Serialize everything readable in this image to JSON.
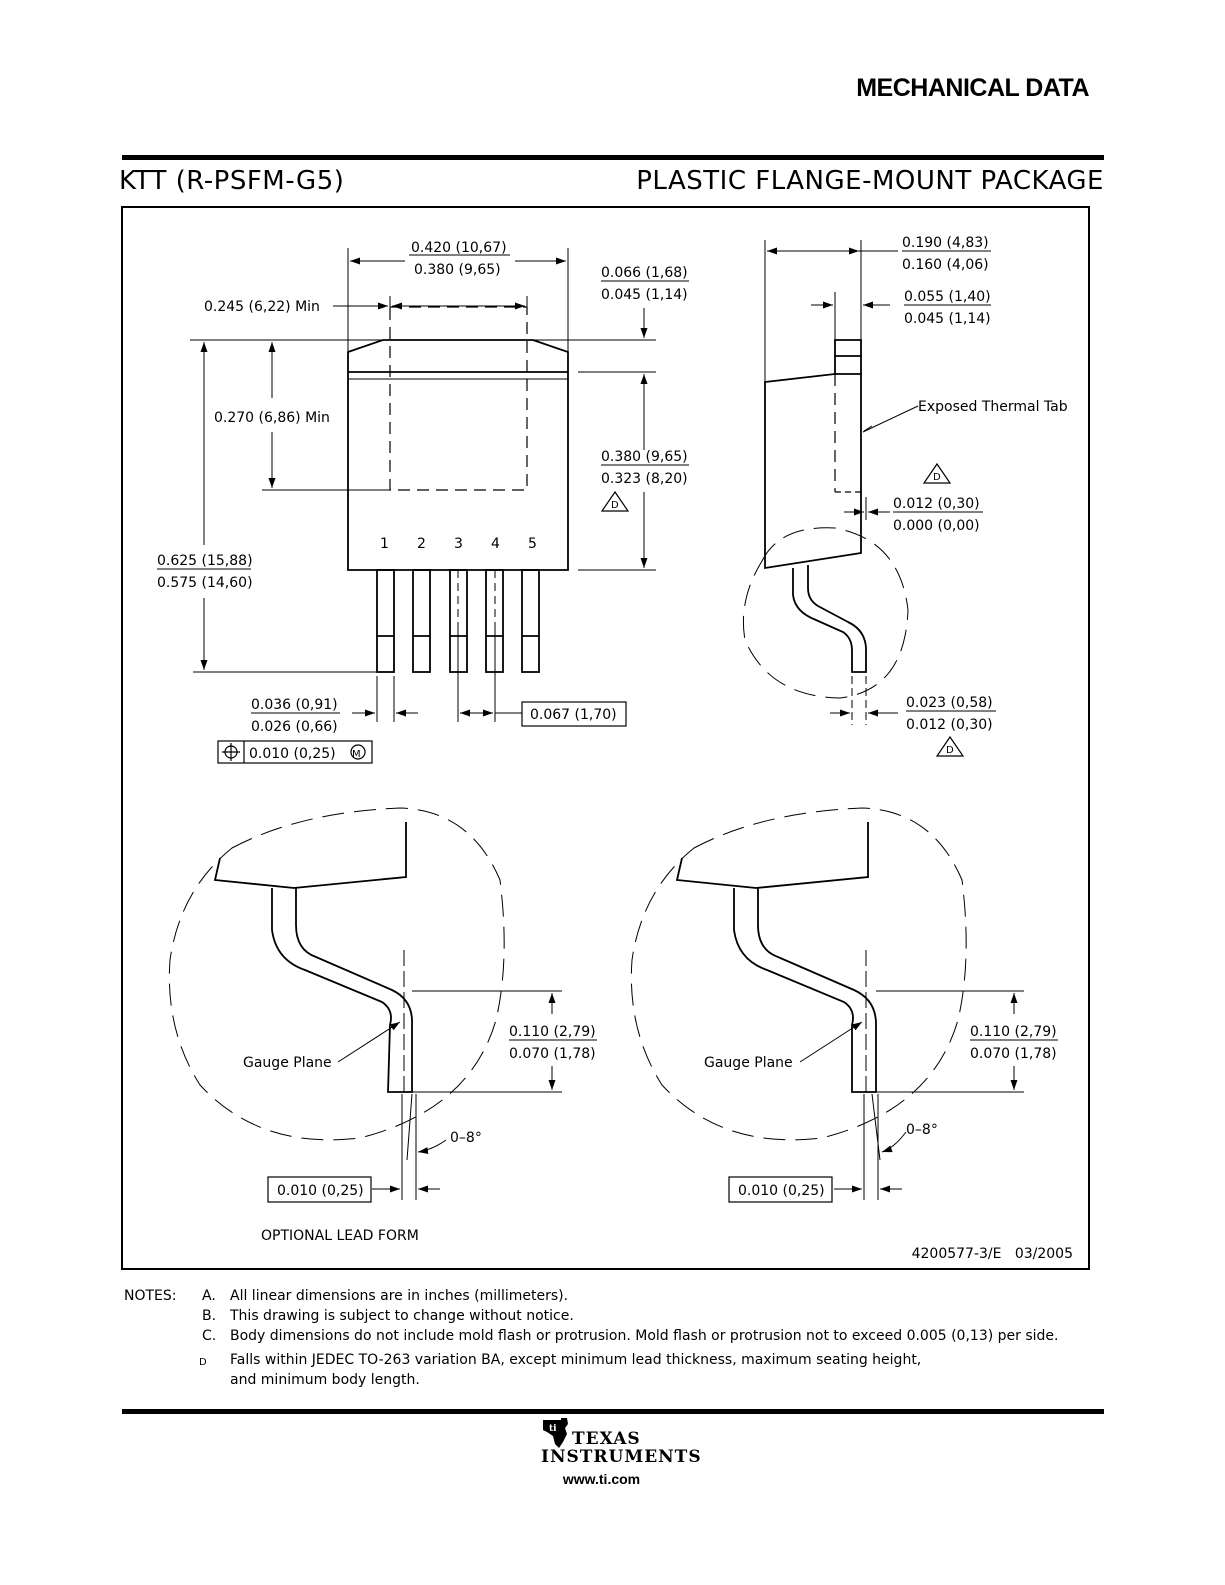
{
  "header": {
    "section": "MECHANICAL DATA"
  },
  "package": {
    "code": "KTT (R-PSFM-G5)",
    "type": "PLASTIC FLANGE-MOUNT PACKAGE"
  },
  "dims": {
    "d1_top": "0.420 (10,67)",
    "d1_bot": "0.380 (9,65)",
    "d2_top": "0.066 (1,68)",
    "d2_bot": "0.045 (1,14)",
    "d3": "0.245 (6,22) Min",
    "d4": "0.270 (6,86) Min",
    "d5_top": "0.380 (9,65)",
    "d5_bot": "0.323 (8,20)",
    "d6_top": "0.625 (15,88)",
    "d6_bot": "0.575 (14,60)",
    "d7_top": "0.036 (0,91)",
    "d7_bot": "0.026 (0,66)",
    "d8": "0.067 (1,70)",
    "d9": "0.010 (0,25)",
    "d10_top": "0.190 (4,83)",
    "d10_bot": "0.160 (4,06)",
    "d11_top": "0.055 (1,40)",
    "d11_bot": "0.045 (1,14)",
    "d12_top": "0.012 (0,30)",
    "d12_bot": "0.000 (0,00)",
    "d13_top": "0.023 (0,58)",
    "d13_bot": "0.012 (0,30)",
    "d14_top": "0.110 (2,79)",
    "d14_bot": "0.070 (1,78)",
    "d15": "0.010 (0,25)",
    "angle": "0–8°"
  },
  "labels": {
    "pins": [
      "1",
      "2",
      "3",
      "4",
      "5"
    ],
    "thermal_tab": "Exposed Thermal Tab",
    "gauge_plane": "Gauge Plane",
    "optional_lead_form": "OPTIONAL LEAD FORM",
    "note_flag": "D",
    "position_modifier": "M",
    "drawing_number": "4200577-3/E   03/2005"
  },
  "notes": {
    "label": "NOTES:",
    "items": [
      {
        "letter": "A.",
        "text": "All linear dimensions are in inches (millimeters)."
      },
      {
        "letter": "B.",
        "text": "This drawing is subject to change without notice."
      },
      {
        "letter": "C.",
        "text": "Body dimensions do not include mold flash or protrusion.  Mold flash or protrusion not to exceed 0.005 (0,13) per side."
      },
      {
        "letter": "D",
        "text": "Falls within JEDEC TO-263 variation BA, except minimum lead thickness, maximum seating height,"
      },
      {
        "letter": "",
        "text": "and minimum body length."
      }
    ]
  },
  "footer": {
    "company_line1": "TEXAS",
    "company_line2": "INSTRUMENTS",
    "website": "www.ti.com"
  }
}
